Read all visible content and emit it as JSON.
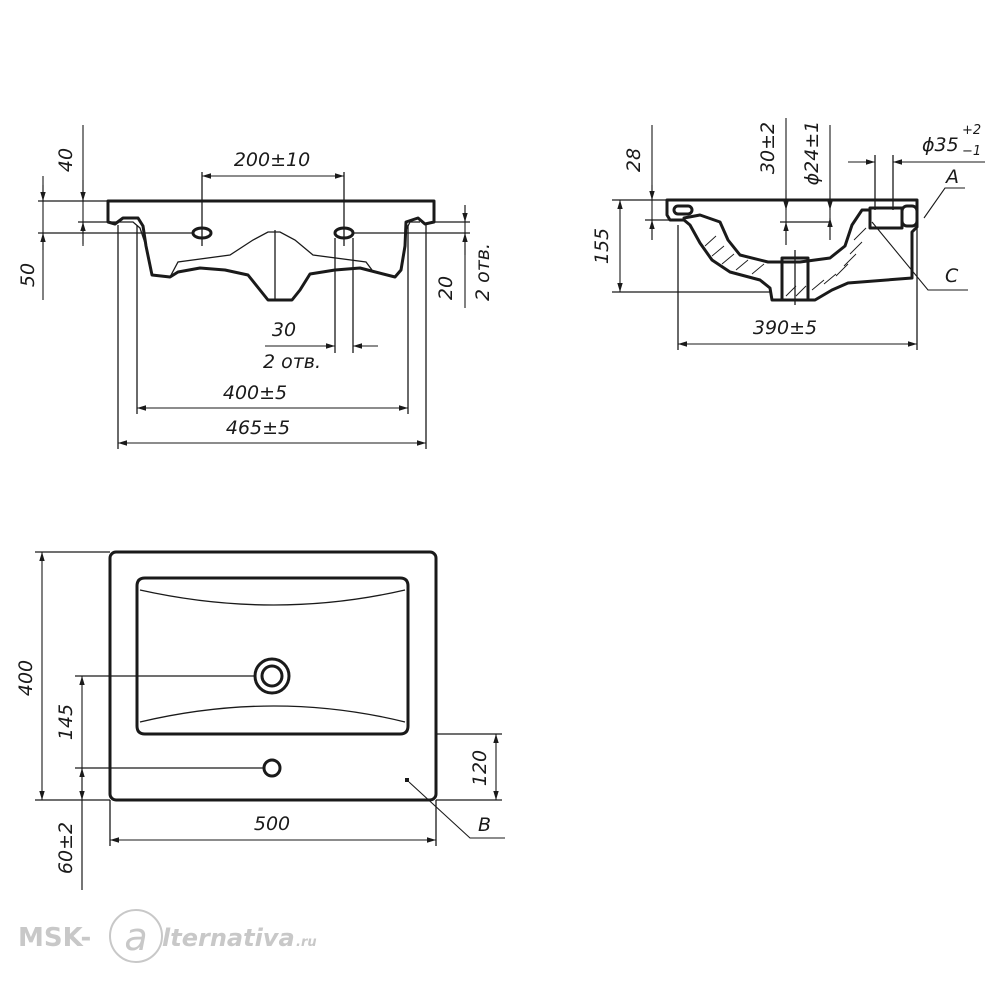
{
  "front_view": {
    "dim_top_40": "40",
    "dim_holes_spacing": "200±10",
    "dim_left_50": "50",
    "dim_right_20": "20",
    "dim_right_holes_note": "2 отв.",
    "dim_hole_dia_30": "30",
    "dim_hole_count": "2 отв.",
    "dim_inner_width": "400±5",
    "dim_outer_width": "465±5"
  },
  "side_view": {
    "dim_28": "28",
    "dim_30": "30±2",
    "dim_dia24": "ϕ24±1",
    "dim_dia35": "ϕ35",
    "dim_dia35_tol_upper": "+2",
    "dim_dia35_tol_lower": "−1",
    "dim_height": "155",
    "dim_depth": "390±5",
    "label_a": "A",
    "label_c": "C"
  },
  "plan_view": {
    "dim_depth_400": "400",
    "dim_drain_145": "145",
    "dim_front_60": "60±2",
    "dim_tap_120": "120",
    "dim_width_500": "500",
    "label_b": "B"
  },
  "watermark": {
    "left": "MSK-",
    "logo_letter": "a",
    "right": "lternativa",
    "suffix": ".ru"
  }
}
